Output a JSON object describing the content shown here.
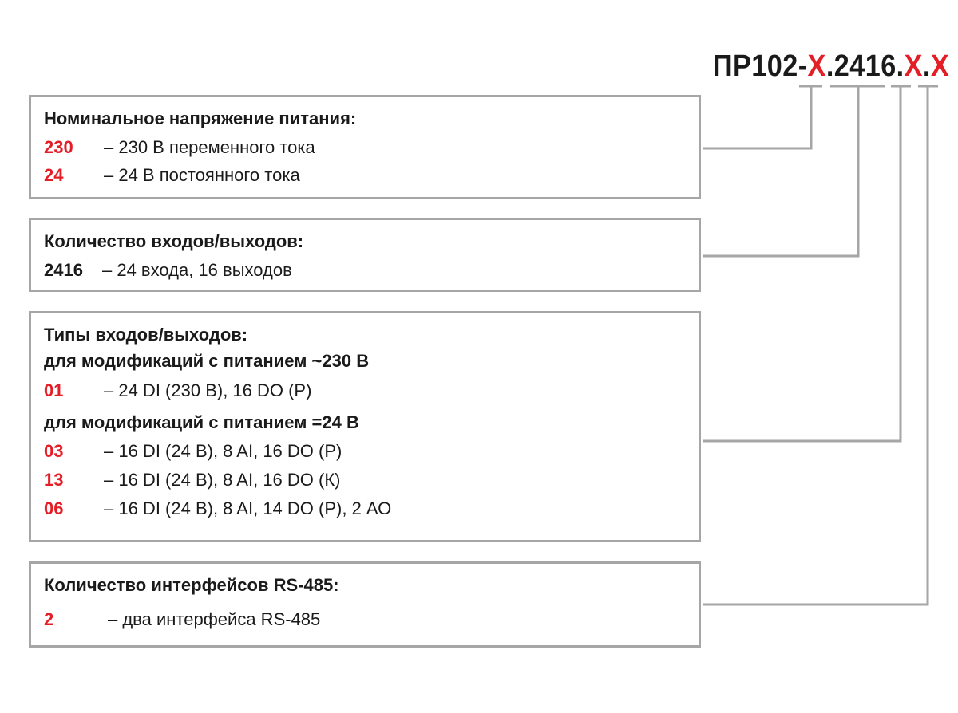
{
  "code": {
    "prefix": "ПР102-",
    "var1": "X",
    "sep1": ".",
    "fixed": "2416",
    "sep2": ".",
    "var2": "X",
    "sep3": ".",
    "var3": "X"
  },
  "boxes": [
    {
      "heading": "Номинальное напряжение питания:",
      "rows": [
        {
          "code": "230",
          "desc": "– 230 В переменного тока"
        },
        {
          "code": "24",
          "desc": "– 24 В постоянного тока"
        }
      ]
    },
    {
      "heading": "Количество входов/выходов:",
      "rows": [
        {
          "code": "2416",
          "desc": "–  24 входа, 16 выходов"
        }
      ]
    },
    {
      "heading": "Типы входов/выходов:",
      "subheading_1": "для модификаций с питанием ~230 В",
      "rows_1": [
        {
          "code": "01",
          "desc": "– 24 DI (230 В), 16 DO (Р)"
        }
      ],
      "subheading_2": "для модификаций с питанием =24 В",
      "rows_2": [
        {
          "code": "03",
          "desc": "– 16 DI (24 В), 8 AI, 16 DO (Р)"
        },
        {
          "code": "13",
          "desc": "– 16 DI (24 В), 8 AI, 16 DO (К)"
        },
        {
          "code": "06",
          "desc": "– 16 DI (24 В), 8 AI, 14 DO (Р), 2 АО"
        }
      ]
    },
    {
      "heading": "Количество интерфейсов RS-485:",
      "rows": [
        {
          "code": "2",
          "desc": "– два интерфейса RS-485"
        }
      ]
    }
  ],
  "colors": {
    "accent": "#e41e26",
    "border": "#a6a6a6",
    "text": "#1a1a1a"
  }
}
